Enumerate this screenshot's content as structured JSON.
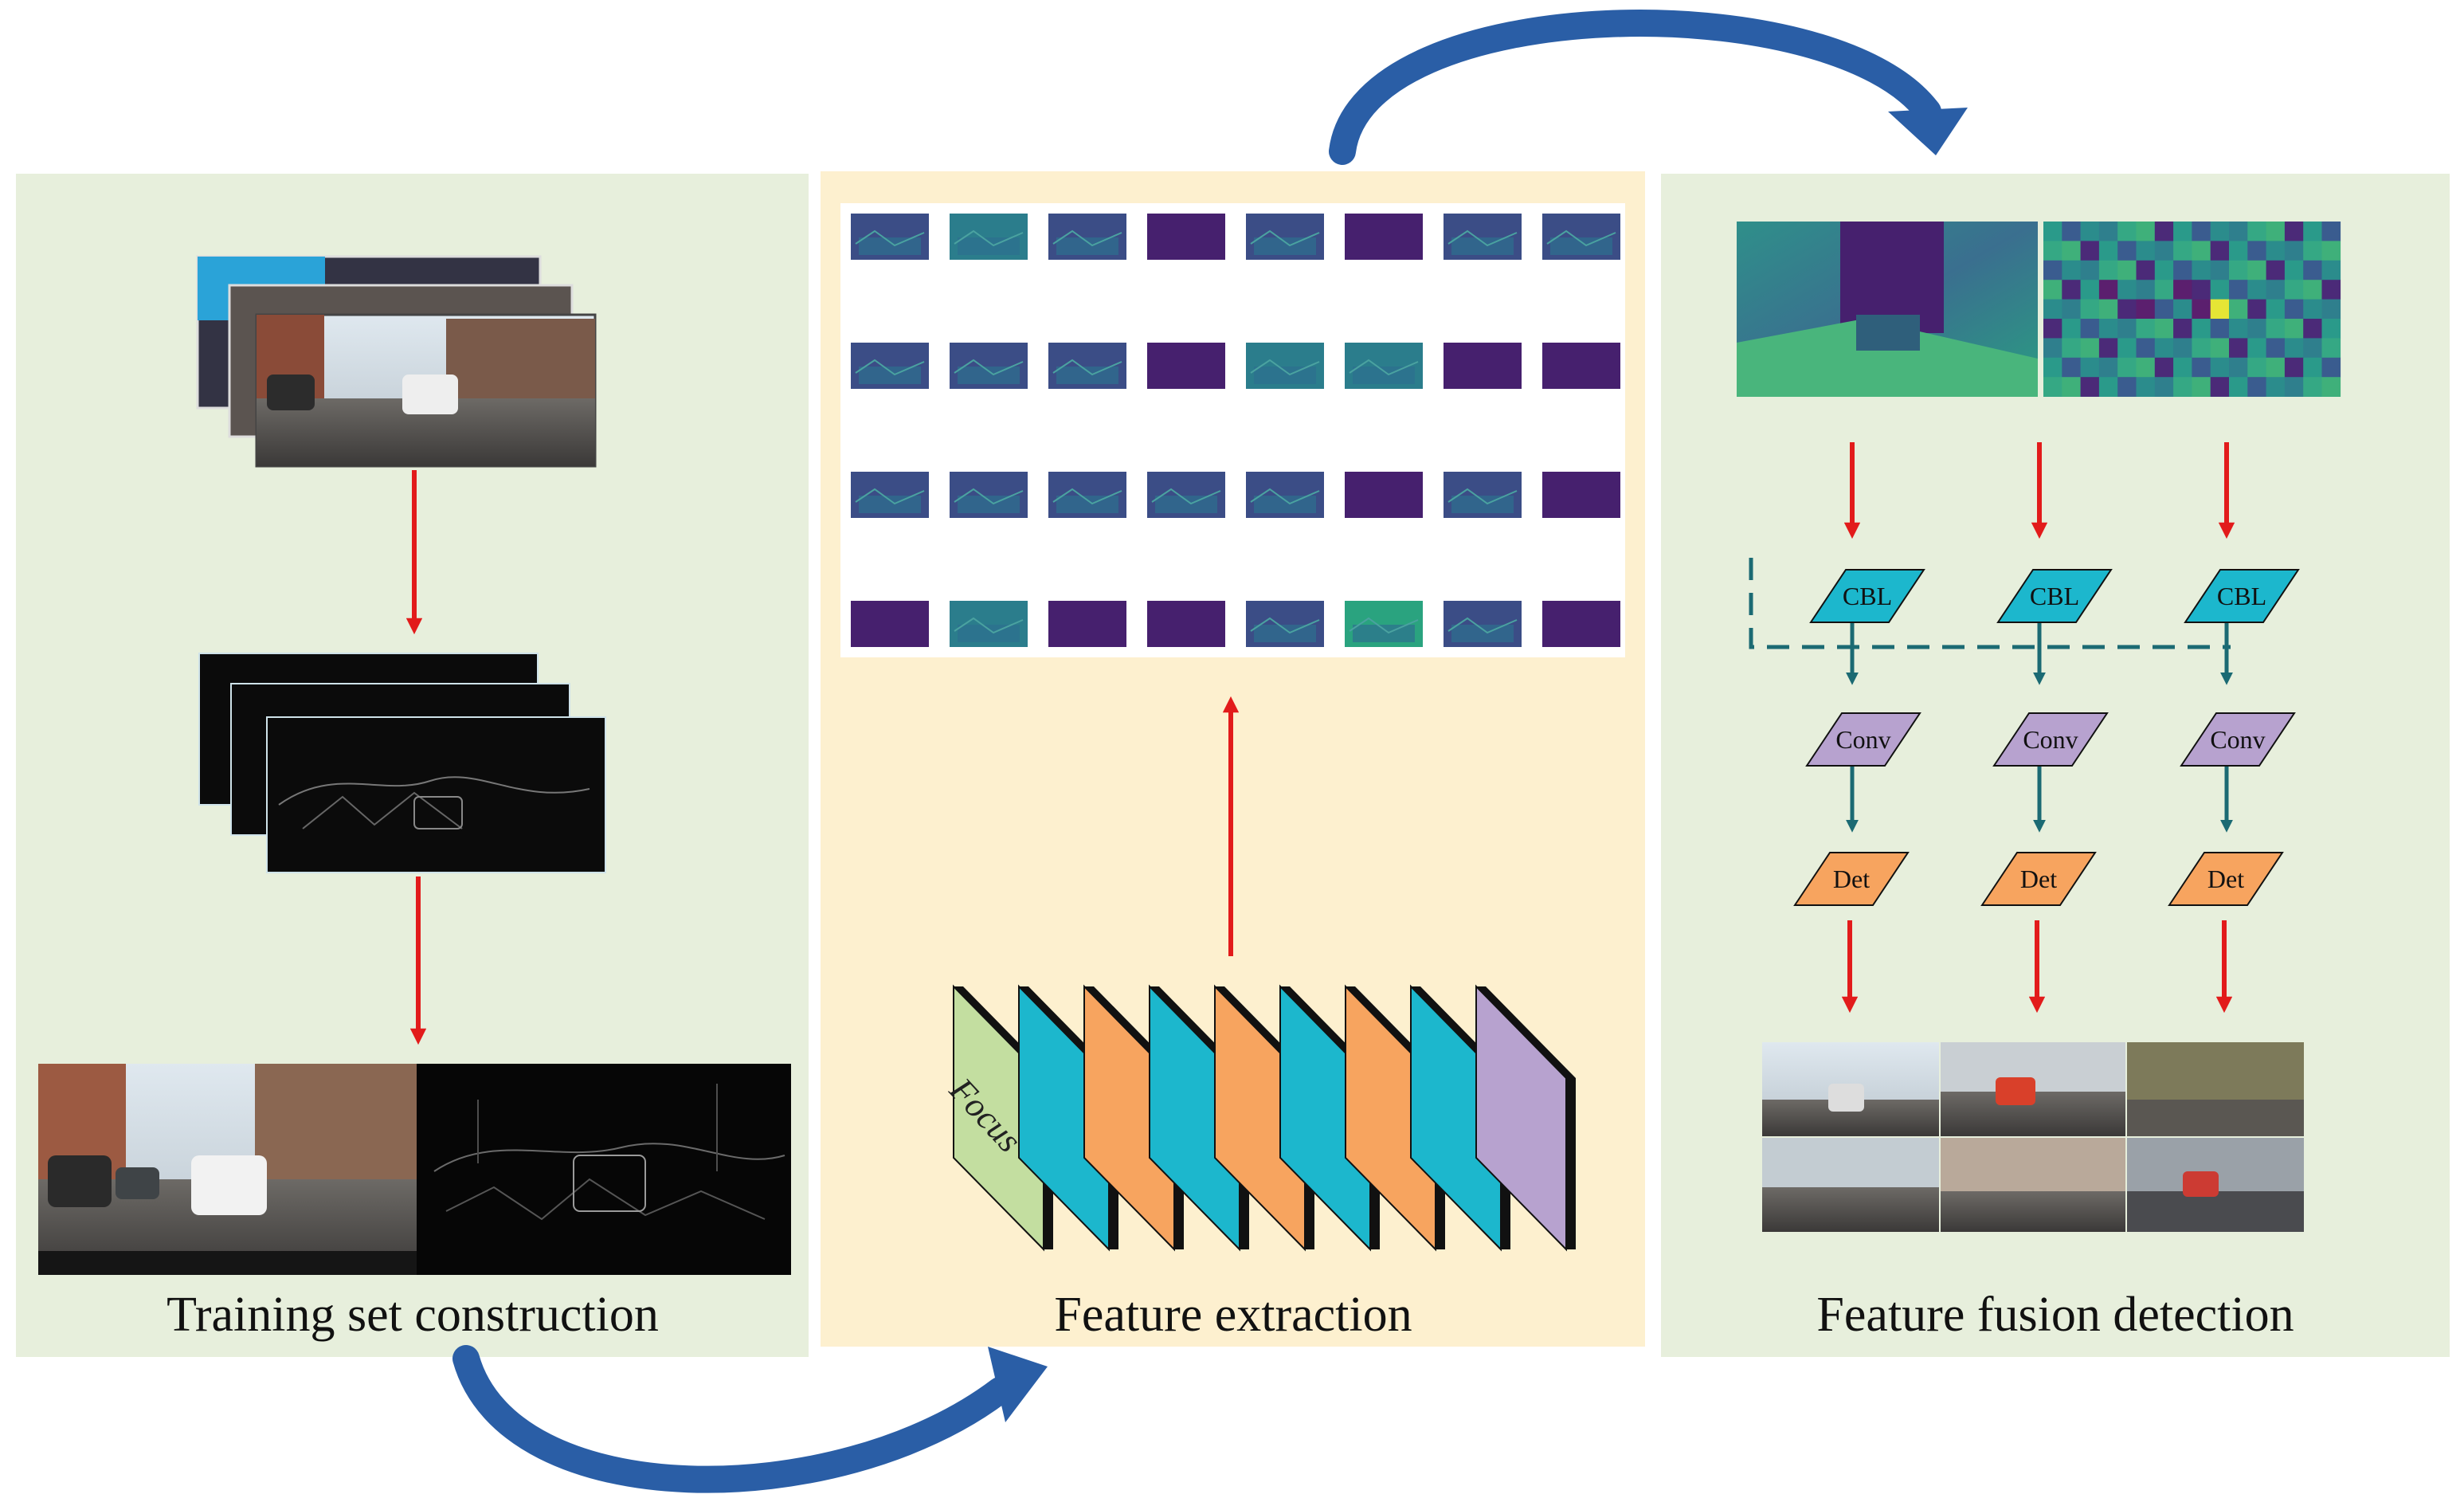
{
  "panels": {
    "training": {
      "title": "Training set construction"
    },
    "extraction": {
      "title": "Feature extraction",
      "focus_label": "Focus"
    },
    "fusion": {
      "title": "Feature fusion detection"
    }
  },
  "blocks": {
    "cbl": "CBL",
    "conv": "Conv",
    "det": "Det"
  },
  "colors": {
    "panel_green": "#e7efdc",
    "panel_yellow": "#fdf0cf",
    "arrow_red": "#e21b1b",
    "arrow_teal": "#1b6a73",
    "flow_blue": "#2a5ea6",
    "cbl_fill": "#1cb7cd",
    "conv_fill": "#b7a2cf",
    "det_fill": "#f7a45f",
    "focus_fill": "#c3dea0",
    "layer_cyan": "#1cb7cd",
    "layer_orange": "#f7a45f",
    "layer_purple": "#b7a2cf",
    "feature_dark": "#46206e",
    "feature_teal": "#2b7d8c"
  },
  "feature_grid": {
    "rows": 4,
    "cols": 8,
    "tones": [
      [
        "mix",
        "teal",
        "mix",
        "dark",
        "mix",
        "dark",
        "mix",
        "mix"
      ],
      [
        "mix",
        "mix",
        "mix",
        "dark",
        "teal",
        "teal",
        "dark",
        "dark"
      ],
      [
        "mix",
        "mix",
        "mix",
        "mix",
        "mix",
        "dark",
        "mix",
        "dark"
      ],
      [
        "dark",
        "teal",
        "dark",
        "dark",
        "mix",
        "green",
        "mix",
        "dark"
      ]
    ]
  },
  "backbone_layers": [
    "focus",
    "cyan",
    "orange",
    "cyan",
    "orange",
    "cyan",
    "orange",
    "cyan",
    "purple"
  ]
}
